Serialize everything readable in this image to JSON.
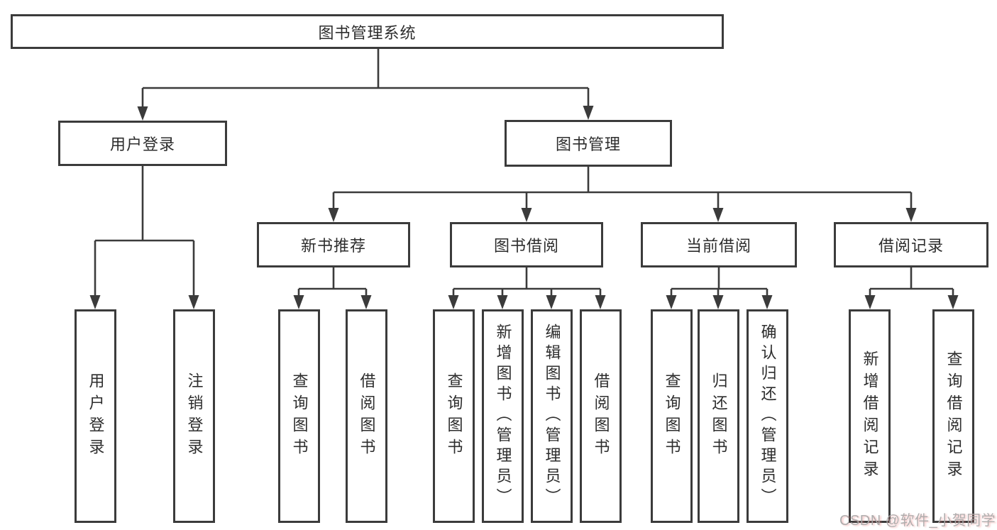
{
  "tree": {
    "root": {
      "label": "图书管理系统"
    },
    "children": [
      {
        "label": "用户登录",
        "children": [
          {
            "label": "用户登录"
          },
          {
            "label": "注销登录"
          }
        ]
      },
      {
        "label": "图书管理",
        "children": [
          {
            "label": "新书推荐",
            "children": [
              {
                "label": "查询图书"
              },
              {
                "label": "借阅图书"
              }
            ]
          },
          {
            "label": "图书借阅",
            "children": [
              {
                "label": "查询图书"
              },
              {
                "label": "新增图书（管理员）"
              },
              {
                "label": "编辑图书（管理员）"
              },
              {
                "label": "借阅图书"
              }
            ]
          },
          {
            "label": "当前借阅",
            "children": [
              {
                "label": "查询图书"
              },
              {
                "label": "归还图书"
              },
              {
                "label": "确认归还（管理员）"
              }
            ]
          },
          {
            "label": "借阅记录",
            "children": [
              {
                "label": "新增借阅记录"
              },
              {
                "label": "查询借阅记录"
              }
            ]
          }
        ]
      }
    ]
  },
  "watermark": {
    "text": "CSDN @软件_小贺同学"
  },
  "colors": {
    "line": "#3b3b3b",
    "box_border": "#3b3b3b",
    "box_fill": "#ffffff",
    "text": "#2d2d2d",
    "watermark": "#a8a8a8"
  }
}
